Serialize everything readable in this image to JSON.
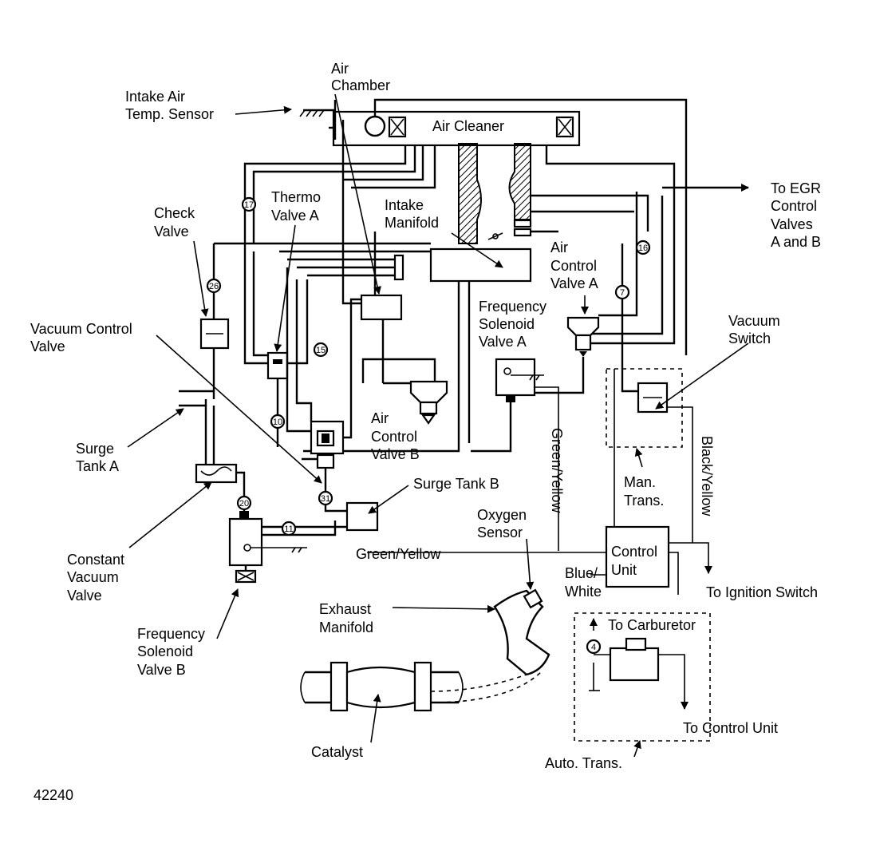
{
  "labels": {
    "air_chamber": [
      "Air",
      "Chamber"
    ],
    "intake_air_temp_sensor": [
      "Intake Air",
      "Temp. Sensor"
    ],
    "air_cleaner": "Air Cleaner",
    "thermo_valve_a": [
      "Thermo",
      "Valve A"
    ],
    "intake_manifold": [
      "Intake",
      "Manifold"
    ],
    "check_valve": [
      "Check",
      "Valve"
    ],
    "to_egr": [
      "To EGR",
      "Control",
      "Valves",
      "A and B"
    ],
    "air_control_valve_a": [
      "Air",
      "Control",
      "Valve A"
    ],
    "frequency_solenoid_valve_a": [
      "Frequency",
      "Solenoid",
      "Valve A"
    ],
    "vacuum_control_valve": [
      "Vacuum Control",
      "Valve"
    ],
    "vacuum_switch": [
      "Vacuum",
      "Switch"
    ],
    "surge_tank_a": [
      "Surge",
      "Tank A"
    ],
    "air_control_valve_b": [
      "Air",
      "Control",
      "Valve B"
    ],
    "green_yellow_vertical": "Green/Yellow",
    "black_yellow_vertical": "Black/Yellow",
    "man_trans": [
      "Man.",
      "Trans."
    ],
    "surge_tank_b": "Surge Tank B",
    "oxygen_sensor": [
      "Oxygen",
      "Sensor"
    ],
    "constant_vacuum_valve": [
      "Constant",
      "Vacuum",
      "Valve"
    ],
    "green_yellow_horizontal": "Green/Yellow",
    "control_unit": [
      "Control",
      "Unit"
    ],
    "blue_white": [
      "Blue/",
      "White"
    ],
    "to_ignition_switch": "To Ignition Switch",
    "exhaust_manifold": [
      "Exhaust",
      "Manifold"
    ],
    "frequency_solenoid_valve_b": [
      "Frequency",
      "Solenoid",
      "Valve B"
    ],
    "to_carburetor": "To Carburetor",
    "to_control_unit": "To Control Unit",
    "catalyst": "Catalyst",
    "auto_trans": "Auto. Trans.",
    "figure_number": "42240"
  },
  "hose_numbers": {
    "h17": "17",
    "h16": "16",
    "h26": "26",
    "h7": "7",
    "h15": "15",
    "h10": "10",
    "h31": "31",
    "h20": "20",
    "h11": "11",
    "h4": "4"
  }
}
